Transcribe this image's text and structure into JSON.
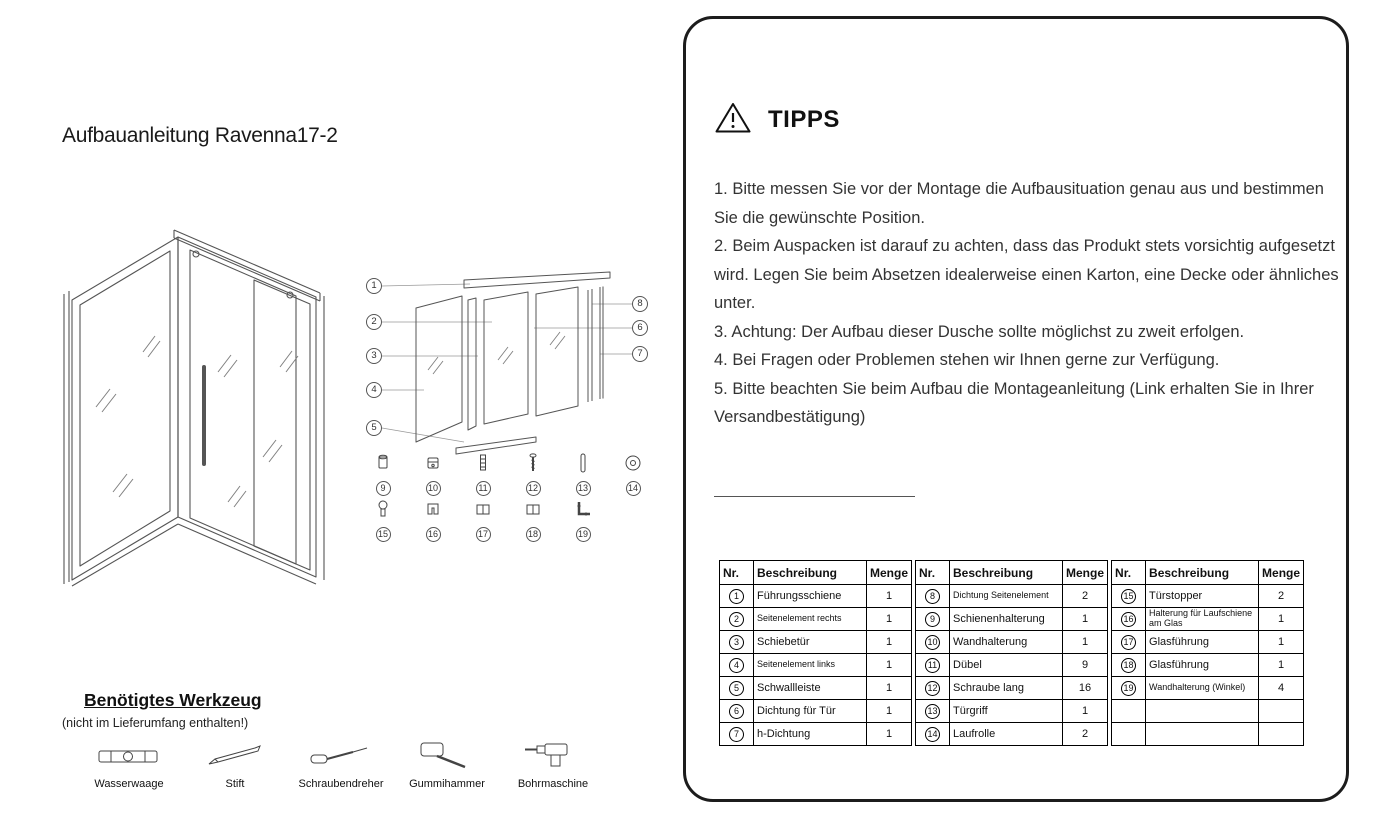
{
  "page": {
    "title": "Aufbauanleitung Ravenna17-2"
  },
  "tips": {
    "heading": "TIPPS",
    "warning_icon": "warning-triangle-icon",
    "items": [
      "1. Bitte messen Sie vor der Montage die Aufbausituation genau aus und bestimmen Sie die gewünschte Position.",
      "2. Beim Auspacken ist darauf zu achten, dass das Produkt stets vorsichtig aufgesetzt wird. Legen Sie beim Absetzen idealerweise einen Karton, eine Decke oder ähnliches unter.",
      "3. Achtung: Der Aufbau dieser Dusche sollte möglichst zu zweit erfolgen.",
      "4. Bei Fragen oder Problemen stehen wir Ihnen gerne zur Verfügung.",
      "5. Bitte beachten Sie beim Aufbau die Montageanleitung (Link erhalten Sie in Ihrer Versandbestätigung)"
    ]
  },
  "tools": {
    "heading": "Benötigtes Werkzeug",
    "note": "(nicht im Lieferumfang enthalten!)",
    "items": [
      {
        "label": "Wasserwaage",
        "icon": "spirit-level-icon"
      },
      {
        "label": "Stift",
        "icon": "pencil-icon"
      },
      {
        "label": "Schraubendreher",
        "icon": "screwdriver-icon"
      },
      {
        "label": "Gummihammer",
        "icon": "mallet-icon"
      },
      {
        "label": "Bohrmaschine",
        "icon": "drill-icon"
      }
    ]
  },
  "diagram": {
    "exploded_callouts_left": [
      "1",
      "2",
      "3",
      "4",
      "5"
    ],
    "exploded_callouts_right": [
      "8",
      "6",
      "7"
    ],
    "small_parts": {
      "row1": [
        {
          "nr": "9",
          "icon": "rail-bracket-icon"
        },
        {
          "nr": "10",
          "icon": "wall-bracket-icon"
        },
        {
          "nr": "11",
          "icon": "dowel-icon"
        },
        {
          "nr": "12",
          "icon": "long-screw-icon"
        },
        {
          "nr": "13",
          "icon": "door-handle-icon"
        },
        {
          "nr": "14",
          "icon": "roller-icon"
        }
      ],
      "row2": [
        {
          "nr": "15",
          "icon": "door-stopper-icon"
        },
        {
          "nr": "16",
          "icon": "rail-clamp-icon"
        },
        {
          "nr": "17",
          "icon": "glass-guide-icon"
        },
        {
          "nr": "18",
          "icon": "glass-guide-icon"
        },
        {
          "nr": "19",
          "icon": "angle-bracket-icon"
        }
      ]
    }
  },
  "parts_table": {
    "headers": [
      "Nr.",
      "Beschreibung",
      "Menge"
    ],
    "groups": [
      {
        "rows": [
          {
            "nr": "1",
            "desc": "Führungsschiene",
            "qty": "1"
          },
          {
            "nr": "2",
            "desc": "Seitenelement rechts",
            "qty": "1"
          },
          {
            "nr": "3",
            "desc": "Schiebetür",
            "qty": "1"
          },
          {
            "nr": "4",
            "desc": "Seitenelement links",
            "qty": "1"
          },
          {
            "nr": "5",
            "desc": "Schwallleiste",
            "qty": "1"
          },
          {
            "nr": "6",
            "desc": "Dichtung für Tür",
            "qty": "1"
          },
          {
            "nr": "7",
            "desc": "h-Dichtung",
            "qty": "1"
          }
        ]
      },
      {
        "rows": [
          {
            "nr": "8",
            "desc": "Dichtung Seitenelement",
            "qty": "2"
          },
          {
            "nr": "9",
            "desc": "Schienenhalterung",
            "qty": "1"
          },
          {
            "nr": "10",
            "desc": "Wandhalterung",
            "qty": "1"
          },
          {
            "nr": "11",
            "desc": "Dübel",
            "qty": "9"
          },
          {
            "nr": "12",
            "desc": "Schraube lang",
            "qty": "16"
          },
          {
            "nr": "13",
            "desc": "Türgriff",
            "qty": "1"
          },
          {
            "nr": "14",
            "desc": "Laufrolle",
            "qty": "2"
          }
        ]
      },
      {
        "rows": [
          {
            "nr": "15",
            "desc": "Türstopper",
            "qty": "2"
          },
          {
            "nr": "16",
            "desc": "Halterung für Laufschiene am Glas",
            "qty": "1"
          },
          {
            "nr": "17",
            "desc": "Glasführung",
            "qty": "1"
          },
          {
            "nr": "18",
            "desc": "Glasführung",
            "qty": "1"
          },
          {
            "nr": "19",
            "desc": "Wandhalterung (Winkel)",
            "qty": "4"
          },
          {
            "nr": "",
            "desc": "",
            "qty": ""
          },
          {
            "nr": "",
            "desc": "",
            "qty": ""
          }
        ]
      }
    ]
  }
}
